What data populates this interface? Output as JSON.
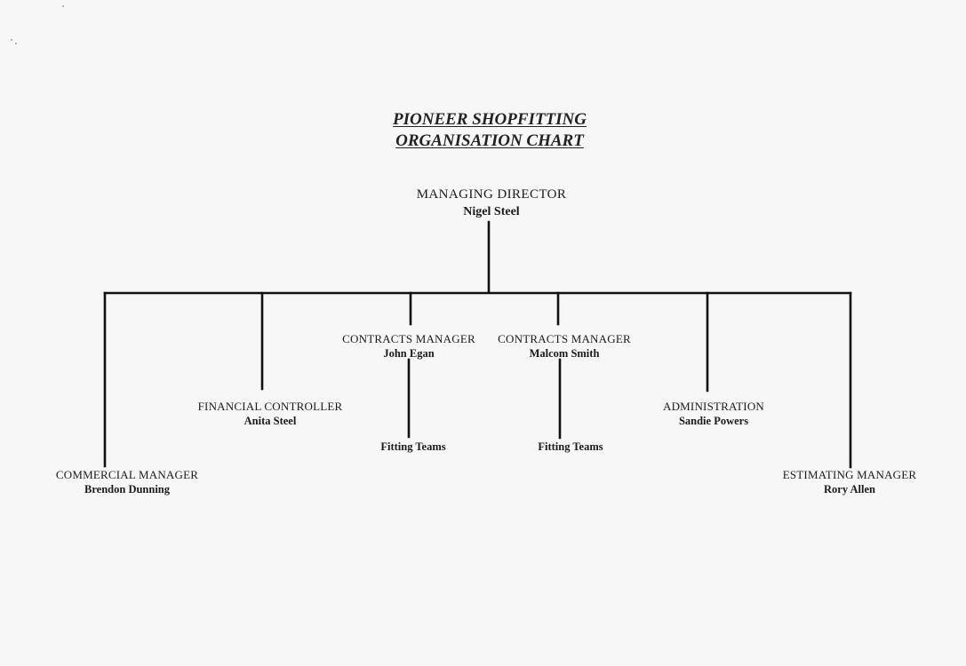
{
  "title": {
    "line1": "PIONEER SHOPFITTING",
    "line2": "ORGANISATION CHART"
  },
  "top": {
    "role": "MANAGING  DIRECTOR",
    "name": "Nigel  Steel"
  },
  "branches": [
    {
      "id": "commercial",
      "role": "COMMERCIAL MANAGER",
      "name": "Brendon Dunning"
    },
    {
      "id": "financial",
      "role": "FINANCIAL CONTROLLER",
      "name": "Anita Steel"
    },
    {
      "id": "contracts1",
      "role": "CONTRACTS  MANAGER",
      "name": "John Egan",
      "team": "Fitting Teams"
    },
    {
      "id": "contracts2",
      "role": "CONTRACTS  MANAGER",
      "name": "Malcom Smith",
      "team": "Fitting Teams"
    },
    {
      "id": "administration",
      "role": "ADMINISTRATION",
      "name": "Sandie Powers"
    },
    {
      "id": "estimating",
      "role": "ESTIMATING MANAGER",
      "name": "Rory Allen"
    }
  ]
}
